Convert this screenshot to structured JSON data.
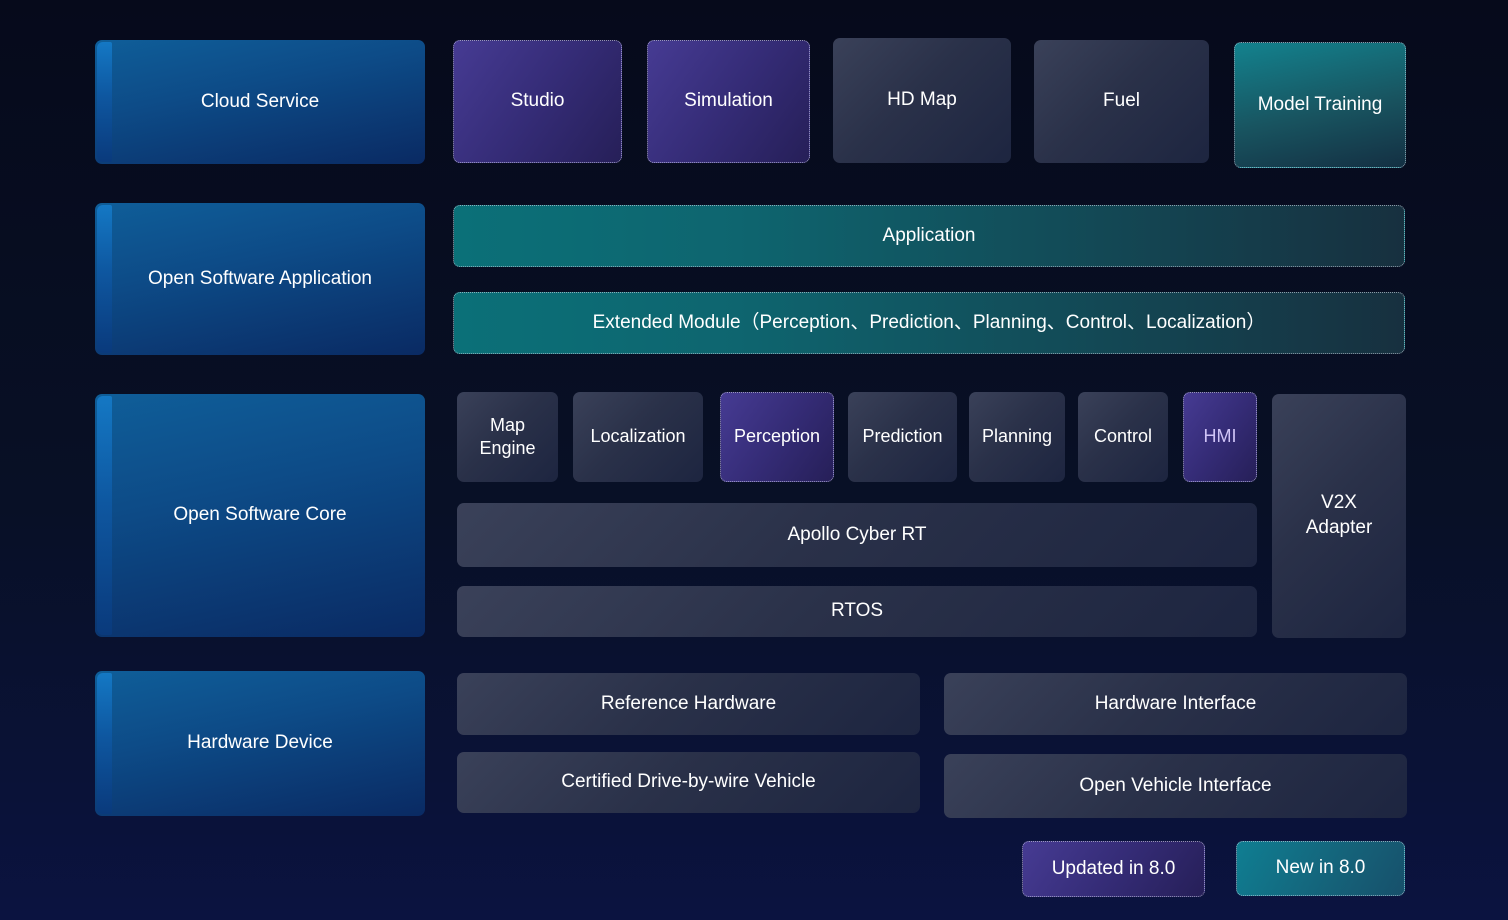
{
  "rows": {
    "cloud": {
      "category": "Cloud Service",
      "items": [
        {
          "label": "Studio",
          "status": "updated"
        },
        {
          "label": "Simulation",
          "status": "updated"
        },
        {
          "label": "HD Map",
          "status": "default"
        },
        {
          "label": "Fuel",
          "status": "default"
        },
        {
          "label": "Model Training",
          "status": "new"
        }
      ]
    },
    "application": {
      "category": "Open Software Application",
      "bars": [
        {
          "label": "Application",
          "status": "new"
        },
        {
          "label": "Extended Module（Perception、Prediction、Planning、Control、Localization）",
          "status": "new"
        }
      ]
    },
    "core": {
      "category": "Open Software Core",
      "modules": [
        {
          "label": "Map Engine",
          "status": "default"
        },
        {
          "label": "Localization",
          "status": "default"
        },
        {
          "label": "Perception",
          "status": "updated"
        },
        {
          "label": "Prediction",
          "status": "default"
        },
        {
          "label": "Planning",
          "status": "default"
        },
        {
          "label": "Control",
          "status": "default"
        },
        {
          "label": "HMI",
          "status": "updated"
        }
      ],
      "v2x": {
        "label": "V2X Adapter",
        "status": "default"
      },
      "cyber_rt": {
        "label": "Apollo Cyber RT",
        "status": "default"
      },
      "rtos": {
        "label": "RTOS",
        "status": "default"
      }
    },
    "hardware": {
      "category": "Hardware Device",
      "items": [
        {
          "label": "Reference Hardware",
          "status": "default"
        },
        {
          "label": "Hardware Interface",
          "status": "default"
        },
        {
          "label": "Certified Drive-by-wire Vehicle",
          "status": "default"
        },
        {
          "label": "Open Vehicle Interface",
          "status": "default"
        }
      ]
    }
  },
  "legend": {
    "updated": {
      "label": "Updated in 8.0"
    },
    "new": {
      "label": "New in 8.0"
    }
  },
  "colors": {
    "background_top": "#060a1b",
    "background_bottom": "#0b1340",
    "category_blue": "#0d4b87",
    "category_stripe_blue": "#1478c4",
    "module_slate": "#2a3149",
    "updated_purple": "#352c77",
    "new_teal": "#0b7078",
    "hmi_text": "#cfc3f6",
    "dotted_border": "#d6d8e6"
  }
}
